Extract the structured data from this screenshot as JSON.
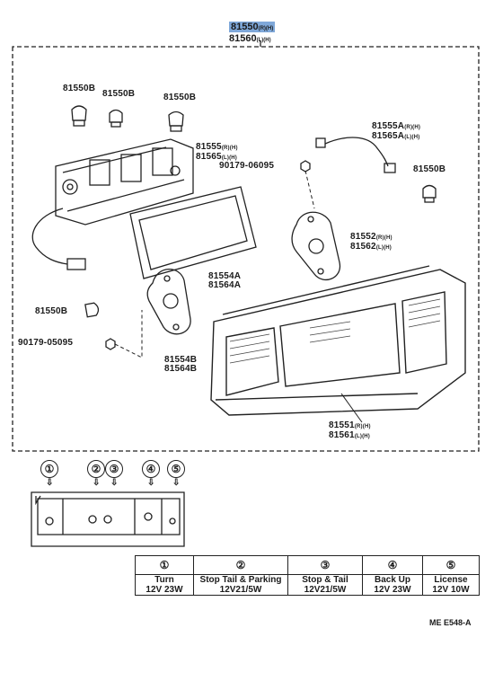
{
  "assembly": {
    "code_main": "81550",
    "code_main_suffix": "(R)(H)",
    "code_alt": "81560",
    "code_alt_suffix": "(L)(H)"
  },
  "labels": {
    "bulb_1": "81550B",
    "bulb_2": "81550B",
    "bulb_3": "81550B",
    "housing_a": "81555",
    "housing_a_suffix": "(R)(H)",
    "housing_b": "81565",
    "housing_b_suffix": "(L)(H)",
    "screw_top": "90179-06095",
    "socket_a": "81555A",
    "socket_a_suffix": "(R)(H)",
    "socket_b": "81565A",
    "socket_b_suffix": "(L)(H)",
    "bulb_right": "81550B",
    "gasket_large_a": "81552",
    "gasket_large_a_suffix": "(R)(H)",
    "gasket_large_b": "81562",
    "gasket_large_b_suffix": "(L)(H)",
    "gasket_frame_a": "81554A",
    "gasket_frame_b": "81564A",
    "bulb_left": "81550B",
    "screw_left": "90179-05095",
    "gasket_small_a": "81554B",
    "gasket_small_b": "81564B",
    "lens_a": "81551",
    "lens_a_suffix": "(R)(H)",
    "lens_b": "81561",
    "lens_b_suffix": "(L)(H)"
  },
  "positions_legend": [
    {
      "number": "①",
      "function": "Turn",
      "spec": "12V 23W"
    },
    {
      "number": "②",
      "function": "Stop Tail & Parking",
      "spec": "12V21/5W"
    },
    {
      "number": "③",
      "function": "Stop & Tail",
      "spec": "12V21/5W"
    },
    {
      "number": "④",
      "function": "Back Up",
      "spec": "12V 23W"
    },
    {
      "number": "⑤",
      "function": "License",
      "spec": "12V 10W"
    }
  ],
  "arrow_glyph": "⇩",
  "diagram_code": "ME E548-A"
}
